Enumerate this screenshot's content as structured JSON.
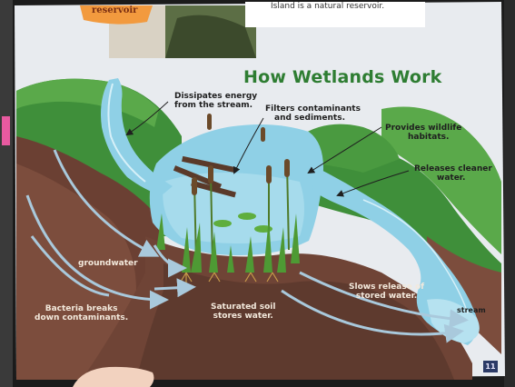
{
  "title": "How Wetlands Work",
  "tab_text": "reservoir",
  "top_caption": "Island is a natural reservoir.",
  "page_number": "11",
  "labels": {
    "dissipates": [
      "Dissipates energy",
      "from the stream."
    ],
    "filters": [
      "Filters contaminants",
      "and sediments."
    ],
    "habitats": [
      "Provides wildlife",
      "habitats."
    ],
    "cleaner": [
      "Releases cleaner",
      "water."
    ],
    "groundwater": "groundwater",
    "bacteria": [
      "Bacteria breaks",
      "down contaminants."
    ],
    "saturated": [
      "Saturated soil",
      "stores water."
    ],
    "slows": [
      "Slows release of",
      "stored water."
    ],
    "stream": "stream"
  },
  "colors": {
    "title_green": "#2e7d32",
    "grass": "#3f8f3a",
    "water": "#8fd0e6",
    "soil": "#6b4033",
    "flow_arrow": "#a9c9dc"
  }
}
